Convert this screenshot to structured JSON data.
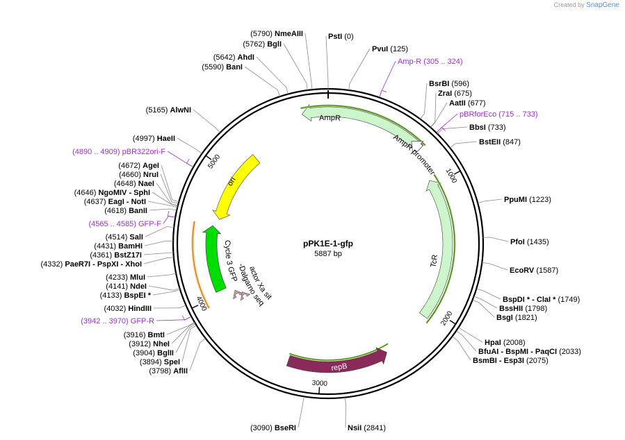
{
  "branding": {
    "created_by": "Created by",
    "app": "SnapGene"
  },
  "plasmid": {
    "name": "pPK1E-1-gfp",
    "length_label": "5887 bp",
    "total_bp": 5887
  },
  "ticks": [
    {
      "label": "1000",
      "bp": 1000
    },
    {
      "label": "2000",
      "bp": 2000
    },
    {
      "label": "3000",
      "bp": 3000
    },
    {
      "label": "4000",
      "bp": 4000
    },
    {
      "label": "5000",
      "bp": 5000
    }
  ],
  "sites_right": [
    {
      "name": "PstI",
      "pos": "(0)",
      "bp": 0
    },
    {
      "name": "PvuI",
      "pos": "(125)",
      "bp": 125
    },
    {
      "name": "BsrBI",
      "pos": "(596)",
      "bp": 596
    },
    {
      "name": "ZraI",
      "pos": "(675)",
      "bp": 675
    },
    {
      "name": "AatII",
      "pos": "(677)",
      "bp": 677
    },
    {
      "name": "BbsI",
      "pos": "(733)",
      "bp": 733
    },
    {
      "name": "BstEII",
      "pos": "(847)",
      "bp": 847
    },
    {
      "name": "PpuMI",
      "pos": "(1223)",
      "bp": 1223
    },
    {
      "name": "PfoI",
      "pos": "(1435)",
      "bp": 1435
    },
    {
      "name": "EcoRV",
      "pos": "(1587)",
      "bp": 1587
    },
    {
      "name": "BspDI * - ClaI *",
      "pos": "(1749)",
      "bp": 1749
    },
    {
      "name": "BssHII",
      "pos": "(1798)",
      "bp": 1798
    },
    {
      "name": "BsgI",
      "pos": "(1821)",
      "bp": 1821
    },
    {
      "name": "HpaI",
      "pos": "(2008)",
      "bp": 2008
    },
    {
      "name": "BfuAI - BspMI - PaqCI",
      "pos": "(2033)",
      "bp": 2033
    },
    {
      "name": "BsmBI - Esp3I",
      "pos": "(2075)",
      "bp": 2075
    },
    {
      "name": "NsiI",
      "pos": "(2841)",
      "bp": 2841
    }
  ],
  "sites_left": [
    {
      "name": "NmeAIII",
      "pos": "(5790)",
      "bp": 5790
    },
    {
      "name": "BglI",
      "pos": "(5762)",
      "bp": 5762
    },
    {
      "name": "AhdI",
      "pos": "(5642)",
      "bp": 5642
    },
    {
      "name": "BanI",
      "pos": "(5590)",
      "bp": 5590
    },
    {
      "name": "AlwNI",
      "pos": "(5165)",
      "bp": 5165
    },
    {
      "name": "HaeII",
      "pos": "(4997)",
      "bp": 4997
    },
    {
      "name": "AgeI",
      "pos": "(4672)",
      "bp": 4672
    },
    {
      "name": "NruI",
      "pos": "(4660)",
      "bp": 4660
    },
    {
      "name": "NaeI",
      "pos": "(4648)",
      "bp": 4648
    },
    {
      "name": "NgoMIV - SphI",
      "pos": "(4646)",
      "bp": 4646
    },
    {
      "name": "EagI - NotI",
      "pos": "(4637)",
      "bp": 4637
    },
    {
      "name": "BanII",
      "pos": "(4618)",
      "bp": 4618
    },
    {
      "name": "SalI",
      "pos": "(4514)",
      "bp": 4514
    },
    {
      "name": "BamHI",
      "pos": "(4431)",
      "bp": 4431
    },
    {
      "name": "BstZ17I",
      "pos": "(4361)",
      "bp": 4361
    },
    {
      "name": "PaeR7I - PspXI - XhoI",
      "pos": "(4332)",
      "bp": 4332
    },
    {
      "name": "MluI",
      "pos": "(4233)",
      "bp": 4233
    },
    {
      "name": "NdeI",
      "pos": "(4141)",
      "bp": 4141
    },
    {
      "name": "BspEI *",
      "pos": "(4133)",
      "bp": 4133
    },
    {
      "name": "HindIII",
      "pos": "(4032)",
      "bp": 4032
    },
    {
      "name": "BmtI",
      "pos": "(3916)",
      "bp": 3916
    },
    {
      "name": "NheI",
      "pos": "(3912)",
      "bp": 3912
    },
    {
      "name": "BglII",
      "pos": "(3904)",
      "bp": 3904
    },
    {
      "name": "SpeI",
      "pos": "(3894)",
      "bp": 3894
    },
    {
      "name": "AflII",
      "pos": "(3798)",
      "bp": 3798
    },
    {
      "name": "BseRI",
      "pos": "(3090)",
      "bp": 3090
    }
  ],
  "primers": [
    {
      "name": "Amp-R",
      "range": "(305 .. 324)",
      "bp": 315
    },
    {
      "name": "pBRforEco",
      "range": "(715 .. 733)",
      "bp": 724
    },
    {
      "name": "pBR322ori-F",
      "range": "(4890 .. 4909)",
      "bp": 4900
    },
    {
      "name": "GFP-F",
      "range": "(4565 .. 4585)",
      "bp": 4575
    },
    {
      "name": "GFP-R",
      "range": "(3942 .. 3970)",
      "bp": 3956
    }
  ],
  "features": [
    {
      "name": "AmpR",
      "label": "AmpR",
      "color": "#ccf5cc",
      "start": 60,
      "end": 920,
      "direction": "ccw"
    },
    {
      "name": "AmpR promoter",
      "label": "AmpR promoter",
      "color": "#ffffff",
      "start": 600,
      "end": 700,
      "direction": "ccw"
    },
    {
      "name": "TcR",
      "label": "TcR",
      "color": "#ccf5cc",
      "start": 950,
      "end": 2150,
      "direction": "ccw"
    },
    {
      "name": "repB",
      "label": "repB",
      "color": "#8a2a5a",
      "start": 2520,
      "end": 3250,
      "direction": "ccw"
    },
    {
      "name": "Cycle 3 GFP",
      "label": "Cycle 3 GFP",
      "color": "#00dd00",
      "start": 3960,
      "end": 4560,
      "direction": "cw"
    },
    {
      "name": "Shine-Dalgarno sequence",
      "label": "Shine-Dalgarno sequence",
      "color": "#c9a0a0",
      "start": 3935,
      "end": 3950,
      "direction": "cw"
    },
    {
      "name": "Factor Xa site",
      "label": "Factor Xa site",
      "color": "#c9a0a0",
      "start": 3915,
      "end": 3930,
      "direction": "cw"
    },
    {
      "name": "ori",
      "label": "ori",
      "color": "#ffff00",
      "start": 4600,
      "end": 5200,
      "direction": "ccw"
    },
    {
      "name": "ORF outline",
      "label": "",
      "color": "#f5c27a",
      "start": 3920,
      "end": 4590,
      "direction": "cw"
    }
  ]
}
